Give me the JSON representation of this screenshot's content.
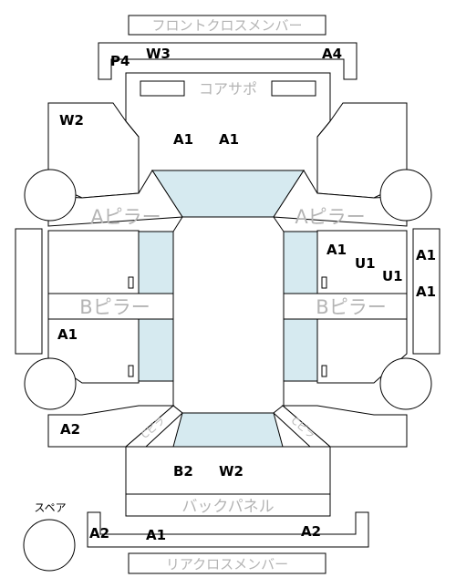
{
  "colors": {
    "stroke": "#000000",
    "glass": "#d6eaf0",
    "label_gray": "#b4b4b4",
    "background": "#ffffff"
  },
  "parts": {
    "front_cross_member": "フロントクロスメンバー",
    "core_support": "コアサポ",
    "a_pillar_left": "Aピラー",
    "a_pillar_right": "Aピラー",
    "b_pillar_left": "Bピラー",
    "b_pillar_right": "Bピラー",
    "c_pillar_left": "Cピラ",
    "c_pillar_right": "Cピラ",
    "back_panel": "バックパネル",
    "rear_cross_member": "リアクロスメンバー",
    "spare": "スペア"
  },
  "codes": {
    "front_member_p4": "P4",
    "front_member_w3": "W3",
    "front_member_a4": "A4",
    "left_fender_w2": "W2",
    "hood_a1_first": "A1",
    "hood_a1_second": "A1",
    "right_front_door_a1": "A1",
    "right_front_door_u1_first": "U1",
    "right_front_door_u1_second": "U1",
    "right_sill_a1_first": "A1",
    "right_sill_a1_second": "A1",
    "left_rear_door_a1": "A1",
    "left_quarter_a2": "A2",
    "trunk_b2": "B2",
    "trunk_w2": "W2",
    "rear_member_a2_left": "A2",
    "rear_member_a1": "A1",
    "rear_member_a2_right": "A2"
  }
}
